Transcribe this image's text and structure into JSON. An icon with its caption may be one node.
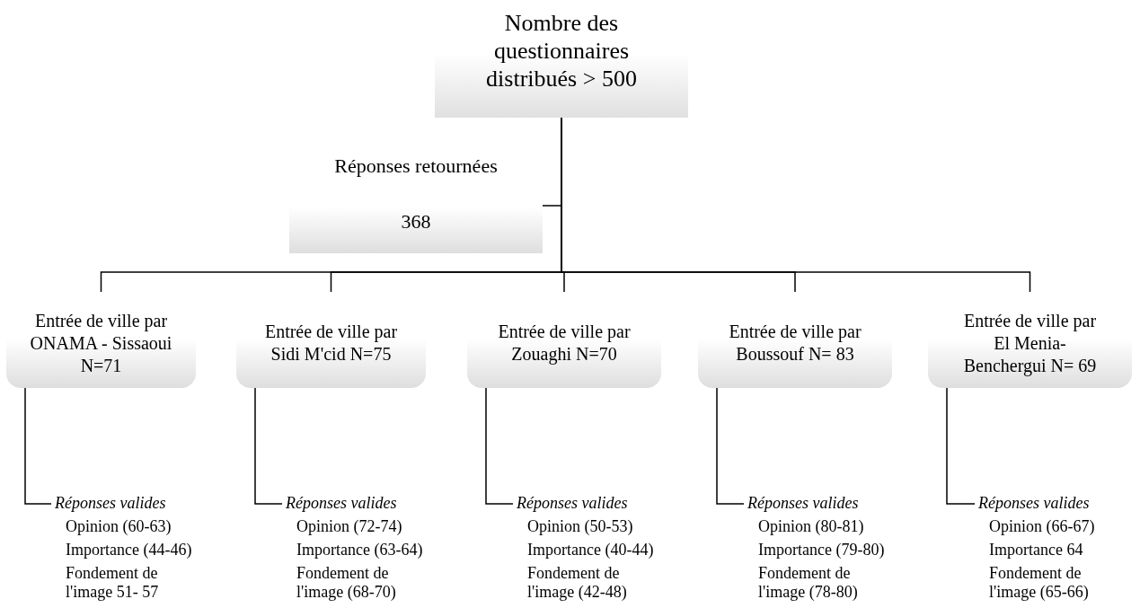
{
  "diagram": {
    "nodes": [
      {
        "text": [
          "Nombre des questionnaires distribués > 500"
        ]
      },
      {
        "text": [
          "Réponses retournées",
          "368"
        ]
      },
      {
        "text": [
          "Entrée de ville par ONAMA - Sissaoui N=71"
        ]
      },
      {
        "text": [
          "Entrée de ville par Sidi M'cid N=75"
        ]
      },
      {
        "text": [
          "Entrée de ville par Zouaghi N=70"
        ]
      },
      {
        "text": [
          "Entrée de ville par Boussouf N= 83"
        ]
      },
      {
        "text": [
          "Entrée de ville par El Menia- Benchergui N= 69"
        ]
      },
      {
        "text": [
          "Réponses valides",
          "Opinion (60-63)",
          "Importance (44-46)",
          "Fondement de l'image 51- 57"
        ]
      },
      {
        "text": [
          "Réponses valides",
          "Opinion (72-74)",
          "Importance (63-64)",
          "Fondement de l'image (68-70)"
        ]
      },
      {
        "text": [
          "Réponses valides",
          "Opinion (50-53)",
          "Importance (40-44)",
          "Fondement de l'image (42-48)"
        ]
      },
      {
        "text": [
          "Réponses valides",
          "Opinion (80-81)",
          "Importance (79-80)",
          "Fondement de l'image (78-80)"
        ]
      },
      {
        "text": [
          "Réponses valides",
          "Opinion (66-67)",
          "Importance 64",
          "Fondement de l'image (65-66)"
        ]
      }
    ],
    "edges": [
      {
        "from": 0,
        "to": 1,
        "arrow": "none"
      },
      {
        "from": 0,
        "to": 2,
        "arrow": "none"
      },
      {
        "from": 0,
        "to": 3,
        "arrow": "none"
      },
      {
        "from": 0,
        "to": 4,
        "arrow": "none"
      },
      {
        "from": 0,
        "to": 5,
        "arrow": "none"
      },
      {
        "from": 0,
        "to": 6,
        "arrow": "none"
      },
      {
        "from": 2,
        "to": 7,
        "arrow": "none"
      },
      {
        "from": 3,
        "to": 8,
        "arrow": "none"
      },
      {
        "from": 4,
        "to": 9,
        "arrow": "none"
      },
      {
        "from": 5,
        "to": 10,
        "arrow": "none"
      },
      {
        "from": 6,
        "to": 11,
        "arrow": "none"
      }
    ]
  }
}
